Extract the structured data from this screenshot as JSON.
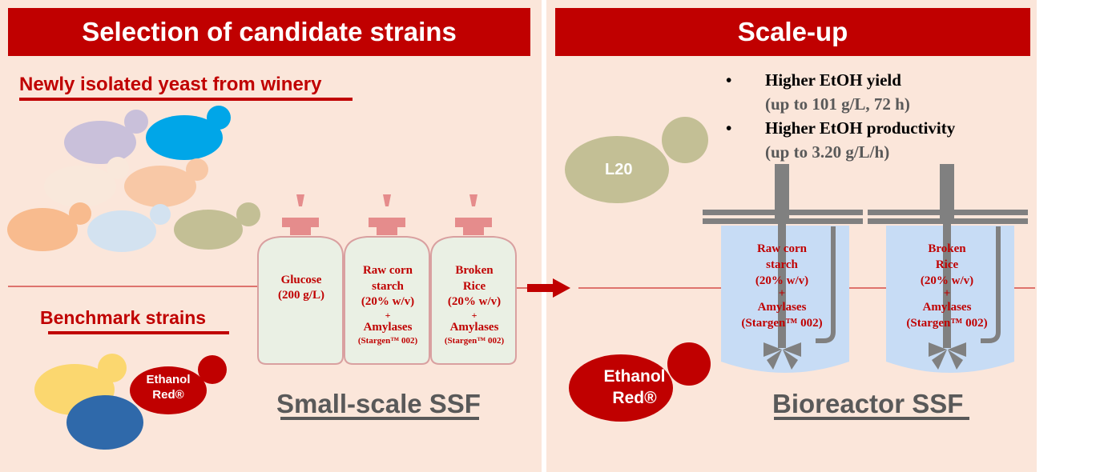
{
  "left_panel": {
    "title": "Selection of candidate strains",
    "new_isolates_label": "Newly isolated yeast from winery",
    "benchmark_label": "Benchmark strains",
    "benchmark_strain": "Ethanol Red®",
    "caption": "Small-scale SSF",
    "bottles": [
      {
        "lines": [
          "Glucose",
          "(200 g/L)"
        ]
      },
      {
        "lines": [
          "Raw corn",
          "starch",
          "(20% w/v)",
          "+",
          "Amylases"
        ],
        "note": "(Stargen™ 002)"
      },
      {
        "lines": [
          "Broken",
          "Rice",
          "(20% w/v)",
          "+",
          "Amylases"
        ],
        "note": "(Stargen™ 002)"
      }
    ]
  },
  "right_panel": {
    "title": "Scale-up",
    "strain_l20": "L20",
    "strain_ethanol_line1": "Ethanol",
    "strain_ethanol_line2": "Red®",
    "bullets": [
      {
        "title": "Higher EtOH yield",
        "detail": "(up to 101 g/L, 72 h)"
      },
      {
        "title": "Higher EtOH productivity",
        "detail": "(up to 3.20 g/L/h)"
      }
    ],
    "reactors": [
      {
        "lines": [
          "Raw corn",
          "starch",
          "(20% w/v)",
          "+",
          "Amylases",
          "(Stargen™ 002)"
        ]
      },
      {
        "lines": [
          "Broken",
          "Rice",
          "(20% w/v)",
          "+",
          "Amylases",
          "(Stargen™ 002)"
        ]
      }
    ],
    "caption": "Bioreactor SSF"
  },
  "colors": {
    "red": "#c00000",
    "panel_bg": "#fbe6da",
    "gray": "#595959",
    "yeast_lavender": "#c9c0da",
    "yeast_cyan": "#00a6e8",
    "yeast_cream": "#f9e8db",
    "yeast_peach": "#f8c8a6",
    "yeast_orange": "#f8bb8e",
    "yeast_lightblue": "#d3e2f0",
    "yeast_olive": "#c3bf95",
    "yeast_yellow": "#fbd76f",
    "yeast_blue": "#2f69aa"
  }
}
